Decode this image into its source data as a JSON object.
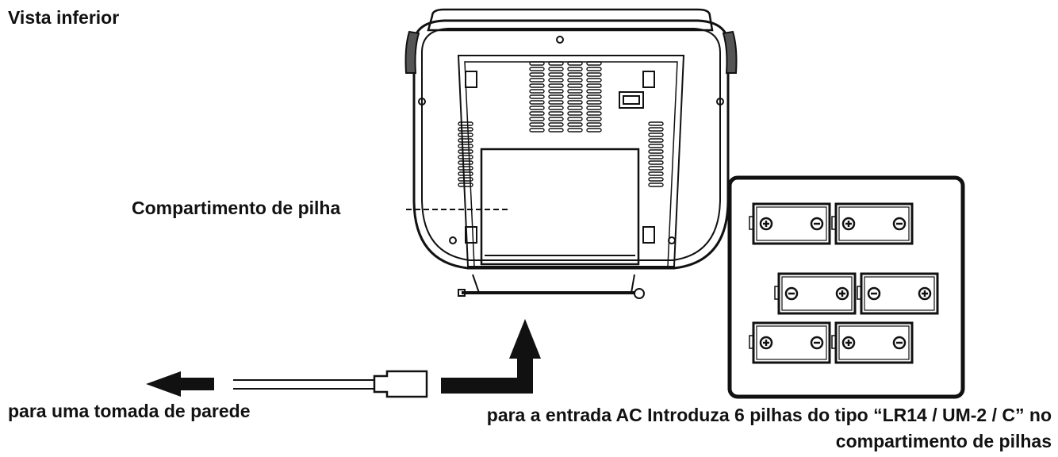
{
  "diagram": {
    "title": "Vista inferior",
    "compartment_label": "Compartimento de pilha",
    "wall_outlet_label": "para uma tomada de parede",
    "instruction_label": "para a entrada AC Introduza 6 pilhas do tipo “LR14 / UM-2 / C” no compartimento de pilhas"
  },
  "icons": [
    "device-bottom-icon",
    "battery-icon",
    "arrow-left-icon",
    "arrow-up-icon",
    "power-cord-icon"
  ],
  "colors": {
    "line": "#111111",
    "background": "#ffffff"
  }
}
